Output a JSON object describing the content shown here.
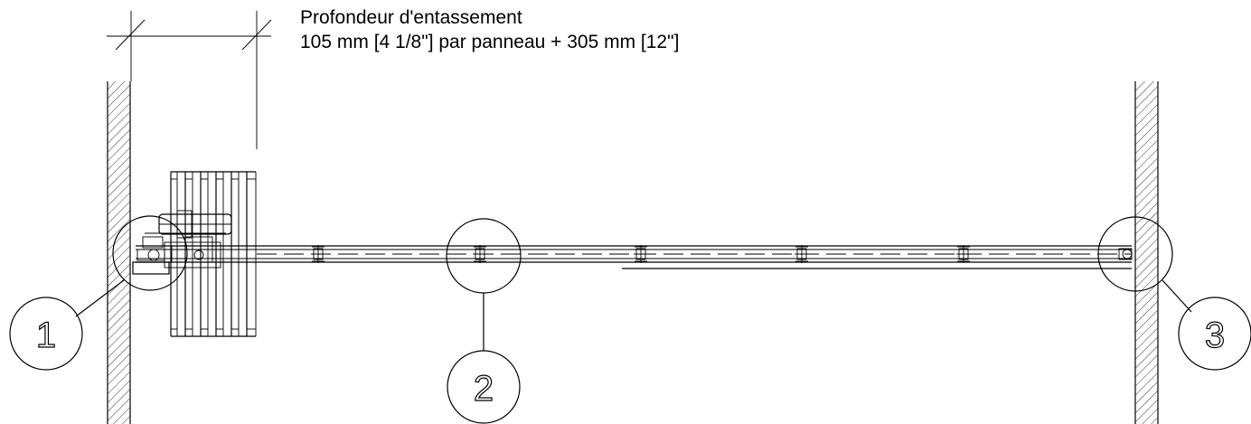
{
  "annotation": {
    "line1": "Profondeur d'entassement",
    "line2": "105 mm [4 1/8\"] par panneau + 305 mm [12\"]"
  },
  "callouts": [
    {
      "id": "1",
      "label": "1"
    },
    {
      "id": "2",
      "label": "2"
    },
    {
      "id": "3",
      "label": "3"
    }
  ]
}
